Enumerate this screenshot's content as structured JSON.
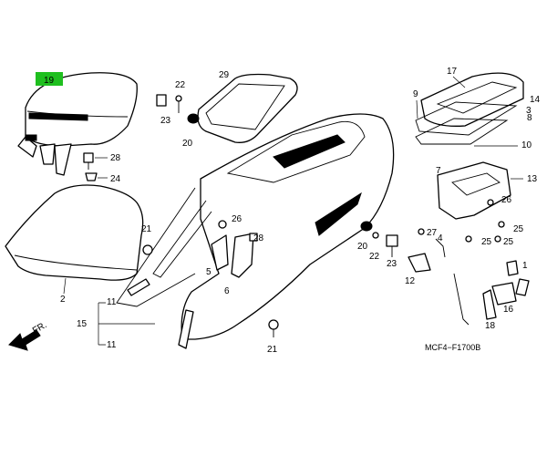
{
  "diagram": {
    "code": "MCF4−F1700B",
    "direction_label": "FR.",
    "highlight_color": "#1fbf1f",
    "highlighted_part": "19",
    "labels": {
      "p1": "1",
      "p2": "2",
      "p3": "3",
      "p4": "4",
      "p5": "5",
      "p6": "6",
      "p7": "7",
      "p8": "8",
      "p9": "9",
      "p10": "10",
      "p11a": "11",
      "p11b": "11",
      "p12": "12",
      "p13": "13",
      "p14": "14",
      "p15": "15",
      "p16": "16",
      "p17": "17",
      "p18": "18",
      "p19": "19",
      "p20a": "20",
      "p20b": "20",
      "p21a": "21",
      "p21b": "21",
      "p22a": "22",
      "p22b": "22",
      "p23a": "23",
      "p23b": "23",
      "p24": "24",
      "p25a": "25",
      "p25b": "25",
      "p25c": "25",
      "p26a": "26",
      "p26b": "26",
      "p27": "27",
      "p28a": "28",
      "p28b": "28",
      "p29": "29"
    }
  }
}
